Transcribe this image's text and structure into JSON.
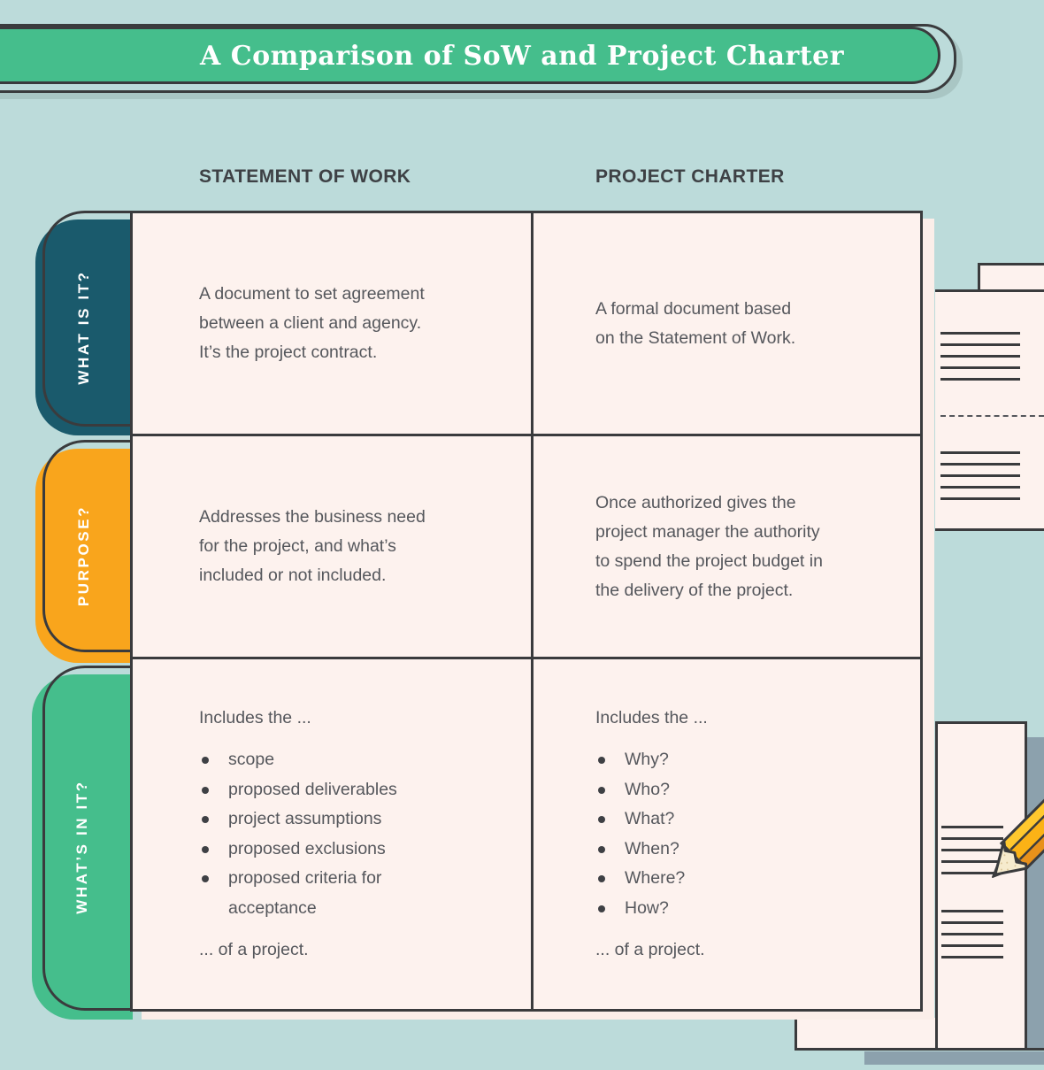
{
  "banner": {
    "title": "A Comparison of SoW and Project Charter"
  },
  "table": {
    "col_headers": [
      {
        "label": "STATEMENT OF WORK"
      },
      {
        "label": "PROJECT CHARTER"
      }
    ],
    "rows": [
      {
        "tab": "WHAT IS IT?",
        "sow_lines": [
          "A document to set agreement",
          "between a client and agency.",
          "It’s the project contract."
        ],
        "charter_lines": [
          "A formal document based",
          "on the Statement of Work."
        ]
      },
      {
        "tab": "PURPOSE?",
        "sow_lines": [
          "Addresses the business need",
          "for the project, and what’s",
          "included or not included."
        ],
        "charter_lines": [
          "Once authorized gives the",
          "project manager the authority",
          "to spend the project budget in",
          "the delivery of the project."
        ]
      },
      {
        "tab": "WHAT’S IN IT?",
        "sow_intro": "Includes the ...",
        "sow_items": [
          "scope",
          "proposed deliverables",
          "project assumptions",
          "proposed exclusions",
          "proposed criteria for acceptance"
        ],
        "sow_outro": "... of a project.",
        "charter_intro": "Includes the ...",
        "charter_items": [
          "Why?",
          "Who?",
          "What?",
          "When?",
          "Where?",
          "How?"
        ],
        "charter_outro": "... of a project."
      }
    ]
  },
  "decor": {
    "top_right_icon": "document-with-folder-tab-icon",
    "bottom_right_icon": "ruled-paper-with-pencil-icon"
  },
  "colors": {
    "background": "#BCDBDA",
    "banner_green": "#45BE8C",
    "tab_what_is_it": "#1A5A6C",
    "tab_purpose": "#F9A51C",
    "tab_whats_in_it": "#45BE8C",
    "cell_fill": "#FDF2EE",
    "outline": "#3A3B3D",
    "body_text": "#55575C",
    "header_text": "#3E4145",
    "paper_shadow": "#8CA1AD",
    "pencil_yellow": "#FBB216",
    "pencil_orange": "#E8911B",
    "pencil_wood": "#F6EBCD"
  }
}
